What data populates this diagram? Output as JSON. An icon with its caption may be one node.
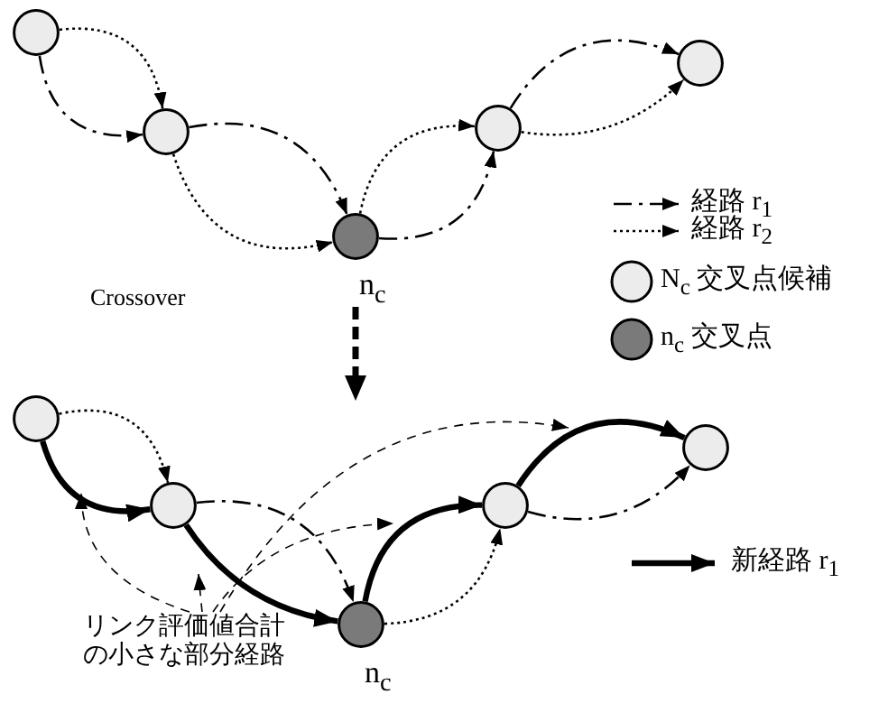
{
  "diagram": {
    "nodes": [
      {
        "text": [],
        "shape": "circle"
      },
      {
        "text": [],
        "shape": "circle"
      },
      {
        "text": [],
        "shape": "circle",
        "beside": [
          "n$_{c}$"
        ]
      },
      {
        "text": [],
        "shape": "circle"
      },
      {
        "text": [],
        "shape": "circle"
      },
      {
        "text": [],
        "shape": "circle"
      },
      {
        "text": [],
        "shape": "circle"
      },
      {
        "text": [],
        "shape": "circle",
        "beside": [
          "n$_{c}$"
        ]
      },
      {
        "text": [],
        "shape": "circle"
      },
      {
        "text": [],
        "shape": "circle"
      },
      {
        "text": [
          "リンク評価値合計の小さな部分経路"
        ]
      }
    ],
    "edges": [
      {
        "from": 0,
        "to": 1,
        "arrow": "to",
        "style": "dashed"
      },
      {
        "from": 0,
        "to": 1,
        "arrow": "to",
        "style": "dashed"
      },
      {
        "from": 1,
        "to": 2,
        "arrow": "to",
        "style": "dashed"
      },
      {
        "from": 1,
        "to": 2,
        "arrow": "to",
        "style": "dashed"
      },
      {
        "from": 2,
        "to": 3,
        "arrow": "to",
        "style": "dashed"
      },
      {
        "from": 2,
        "to": 3,
        "arrow": "to",
        "style": "dashed"
      },
      {
        "from": 3,
        "to": 4,
        "arrow": "to",
        "style": "dashed"
      },
      {
        "from": 3,
        "to": 4,
        "arrow": "to",
        "style": "dashed"
      },
      {
        "from": 5,
        "to": 6,
        "arrow": "to",
        "style": "dashed"
      },
      {
        "from": 5,
        "to": 6,
        "arrow": "to",
        "style": "thick"
      },
      {
        "from": 6,
        "to": 7,
        "arrow": "to",
        "style": "dashed"
      },
      {
        "from": 6,
        "to": 7,
        "arrow": "to",
        "style": "thick"
      },
      {
        "from": 7,
        "to": 8,
        "arrow": "to",
        "style": "thick"
      },
      {
        "from": 7,
        "to": 8,
        "arrow": "to",
        "style": "dashed"
      },
      {
        "from": 8,
        "to": 9,
        "arrow": "to",
        "style": "thick"
      },
      {
        "from": 8,
        "to": 9,
        "arrow": "to",
        "style": "dashed"
      },
      {
        "from": 10,
        "to": null,
        "arrow": "to",
        "style": "dashed"
      },
      {
        "from": 10,
        "to": null,
        "arrow": "to",
        "style": "dashed"
      },
      {
        "from": 10,
        "to": null,
        "arrow": "to",
        "style": "dashed"
      },
      {
        "from": 10,
        "to": null,
        "arrow": "to",
        "style": "dashed"
      }
    ],
    "labels": [
      "Crossover"
    ],
    "legend": [
      {
        "text": "経路 r$_{1}$"
      },
      {
        "text": "経路 r$_{2}$"
      },
      {
        "text": "N$_{c}$ 交叉点候補"
      },
      {
        "text": "n$_{c}$ 交叉点"
      },
      {
        "text": "新経路 r$_{1}$"
      }
    ]
  }
}
